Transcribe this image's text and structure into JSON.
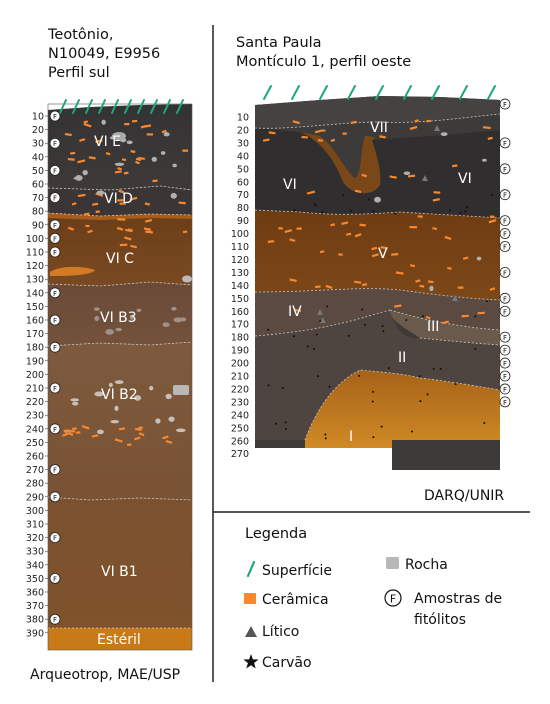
{
  "left_profile": {
    "title_lines": [
      "Teotônio,",
      "N10049, E9956",
      "Perfil sul"
    ],
    "depth_labels": [
      "10",
      "20",
      "30",
      "40",
      "50",
      "60",
      "70",
      "80",
      "90",
      "100",
      "110",
      "120",
      "130",
      "140",
      "150",
      "160",
      "170",
      "180",
      "190",
      "200",
      "210",
      "220",
      "230",
      "240",
      "250",
      "260",
      "270",
      "280",
      "290",
      "300",
      "310",
      "320",
      "330",
      "340",
      "350",
      "360",
      "370",
      "380",
      "390"
    ],
    "layers": [
      "VI E",
      "VI D",
      "VI C",
      "VI B3",
      "VI B2",
      "VI B1",
      "Estéril"
    ],
    "sample_depths": [
      10,
      30,
      50,
      70,
      90,
      100,
      110,
      140,
      160,
      180,
      210,
      240,
      270,
      290,
      320,
      350,
      380
    ],
    "credit": "Arqueotrop, MAE/USP"
  },
  "right_profile": {
    "title_lines": [
      "Santa Paula",
      "Montículo 1, perfil oeste"
    ],
    "depth_labels": [
      "10",
      "20",
      "30",
      "40",
      "50",
      "60",
      "70",
      "80",
      "90",
      "100",
      "110",
      "120",
      "130",
      "140",
      "150",
      "160",
      "170",
      "180",
      "190",
      "200",
      "210",
      "220",
      "230",
      "240",
      "250",
      "260",
      "270"
    ],
    "layers": [
      "VII",
      "VI",
      "VI",
      "V",
      "IV",
      "III",
      "II",
      "I"
    ],
    "sample_depths": [
      0,
      30,
      50,
      70,
      90,
      100,
      110,
      130,
      150,
      160,
      180,
      190,
      200,
      210,
      220,
      230
    ],
    "credit": "DARQ/UNIR"
  },
  "legend": {
    "title": "Legenda",
    "items": [
      {
        "symbol": "surface",
        "label": "Superfície"
      },
      {
        "symbol": "ceramic",
        "label": "Cerâmica"
      },
      {
        "symbol": "lithic",
        "label": "Lítico"
      },
      {
        "symbol": "charcoal",
        "label": "Carvão"
      },
      {
        "symbol": "rock",
        "label": "Rocha"
      },
      {
        "symbol": "phytolith",
        "label": "Amostras de fitólitos",
        "lines": [
          "Amostras de",
          "fitólitos"
        ]
      }
    ],
    "sample_marker": "F"
  },
  "colors": {
    "ceramic": "#f7882f",
    "surface": "#1fa876",
    "rock": "#b8b8b8",
    "dark_soil": "#3b3838",
    "brown_soil": "#7a4a22",
    "sterile": "#c87a18"
  }
}
